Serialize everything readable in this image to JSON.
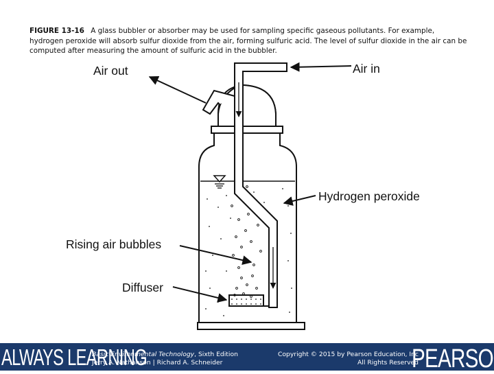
{
  "caption": {
    "figure_number": "FIGURE 13-16",
    "text": "A glass bubbler or absorber may be used for sampling specific gaseous pollutants. For example, hydrogen peroxide will absorb sulfur dioxide from the air, forming sulfuric acid. The level of sulfur dioxide in the air can be computed after measuring the amount of sulfuric acid in the bubbler."
  },
  "diagram": {
    "labels": {
      "air_out": "Air out",
      "air_in": "Air in",
      "hydrogen_peroxide": "Hydrogen peroxide",
      "rising_air_bubbles": "Rising air bubbles",
      "diffuser": "Diffuser"
    }
  },
  "footer": {
    "brand_left": "ALWAYS LEARNING",
    "book_title": "Basic Environmental Technology",
    "book_edition": ", Sixth Edition",
    "authors": "Jerry A. Nathanson | Richard A. Schneider",
    "copyright": "Copyright © 2015 by Pearson Education, Inc",
    "rights": "All Rights Reserved",
    "brand_right": "PEARSON",
    "band_color": "#1b3a6b"
  }
}
